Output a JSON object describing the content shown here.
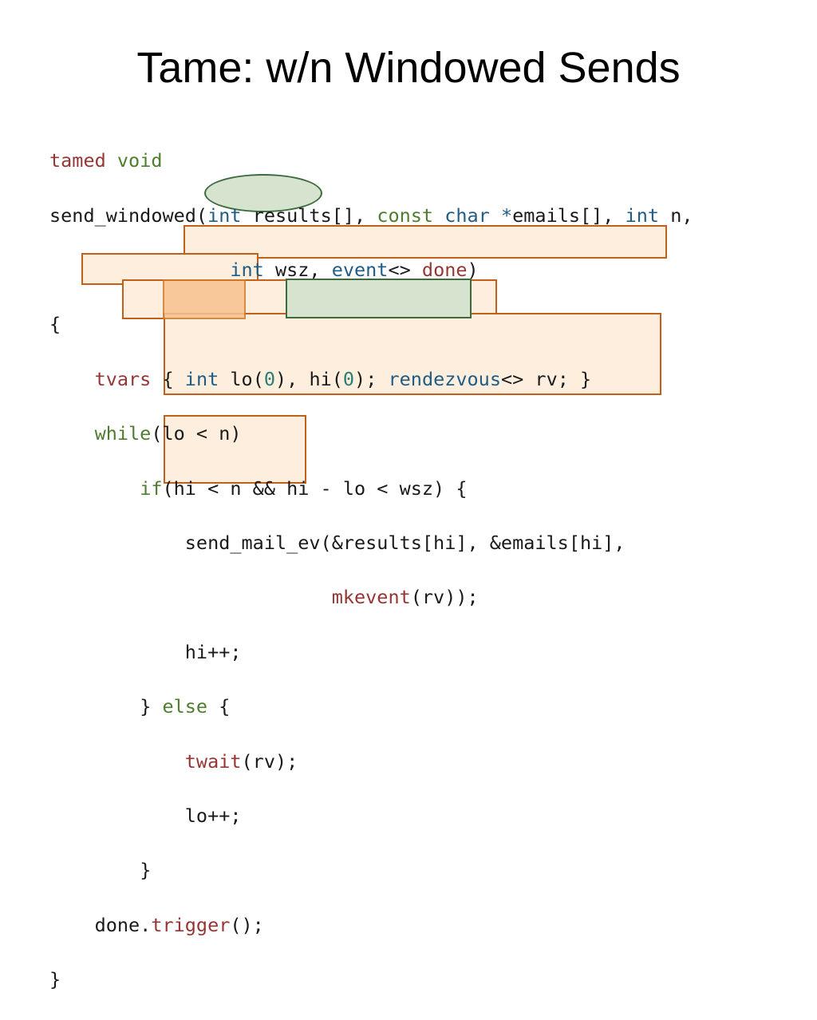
{
  "slide": {
    "title": "Tame: w/n Windowed Sends"
  },
  "code": {
    "l1": {
      "a": "tamed",
      "b": " ",
      "c": "void"
    },
    "l2": {
      "a": "send_windowed(",
      "b": "int",
      "c": " results[], ",
      "d": "const",
      "e": " ",
      "f": "char",
      "g": " ",
      "h": "*",
      "i": "emails[], ",
      "j": "int",
      "k": " n,"
    },
    "l3": {
      "pad": "                ",
      "a": "int",
      "b": " wsz, ",
      "c": "event",
      "d": "<> ",
      "e": "done",
      "f": ")"
    },
    "l4": {
      "a": "{"
    },
    "l5": {
      "pad": "    ",
      "a": "tvars",
      "b": " { ",
      "c": "int",
      "d": " lo(",
      "e": "0",
      "f": "), hi(",
      "g": "0",
      "h": "); ",
      "i": "rendezvous",
      "j": "<> rv; }"
    },
    "l6": {
      "pad": "    ",
      "a": "while",
      "b": "(lo < n)"
    },
    "l7": {
      "pad": "        ",
      "a": "if",
      "b": "(hi < n && hi - lo < wsz) {"
    },
    "l8": {
      "pad": "            ",
      "a": "send_mail_ev(&results[hi], &emails[hi],"
    },
    "l9": {
      "pad": "                         ",
      "a": "mkevent",
      "b": "(rv));"
    },
    "l10": {
      "pad": "            ",
      "a": "hi++;"
    },
    "l11": {
      "pad": "        ",
      "a": "} ",
      "b": "else",
      "c": " {"
    },
    "l12": {
      "pad": "            ",
      "a": "twait",
      "b": "(rv);"
    },
    "l13": {
      "pad": "            ",
      "a": "lo++;"
    },
    "l14": {
      "pad": "        ",
      "a": "}"
    },
    "l15": {
      "pad": "    ",
      "a": "done.",
      "b": "trigger",
      "c": "();"
    },
    "l16": {
      "a": "}"
    }
  },
  "colors": {
    "keyword_red": "#963634",
    "keyword_blue": "#1f5c86",
    "keyword_green": "#4f7d2f",
    "highlight_orange_border": "#c0601a",
    "highlight_orange_fill": "#fdeedd",
    "highlight_green_border": "#3e6b3e",
    "highlight_green_fill": "#d6e4cf"
  }
}
